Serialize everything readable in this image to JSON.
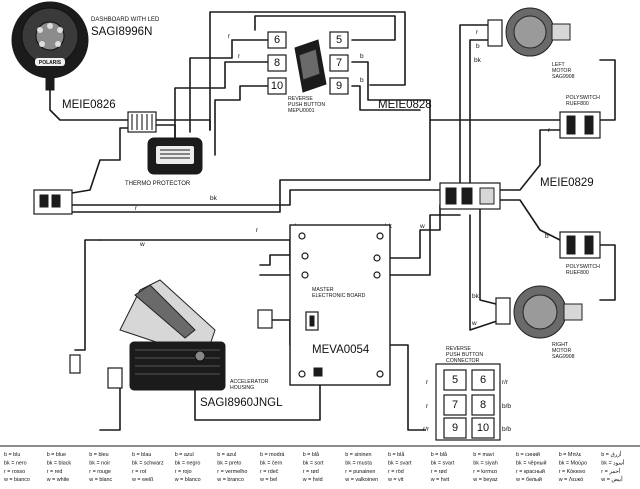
{
  "components": {
    "dashboard": {
      "caption": "DASHBOARD WITH LED",
      "part": "SAGI8996N",
      "logo_text": "POLARIS"
    },
    "harness_left": {
      "part": "MEIE0826"
    },
    "thermo_protector": {
      "caption": "THERMO PROTECTOR"
    },
    "reverse_push_button": {
      "caption_1": "REVERSE",
      "caption_2": "PUSH BUTTON",
      "caption_3": "MEPU0001"
    },
    "harness_top": {
      "part": "MEIE0828"
    },
    "harness_right": {
      "part": "MEIE0829"
    },
    "left_motor": {
      "caption_1": "LEFT",
      "caption_2": "MOTOR",
      "caption_3": "SAG9908"
    },
    "polyswitch_top": {
      "caption_1": "POLYSWITCH",
      "caption_2": "RUEF800"
    },
    "polyswitch_bottom": {
      "caption_1": "POLYSWITCH",
      "caption_2": "RUEF800"
    },
    "right_motor": {
      "caption_1": "RIGHT",
      "caption_2": "MOTOR",
      "caption_3": "SAG9908"
    },
    "master_board": {
      "caption_1": "MASTER",
      "caption_2": "ELECTRONIC BOARD",
      "part": "MEVA0054"
    },
    "accelerator": {
      "caption_1": "ACCELERATOR",
      "caption_2": "HOUSING",
      "part": "SAGI8960JNGL"
    },
    "reverse_connector": {
      "caption_1": "REVERSE",
      "caption_2": "PUSH BUTTON",
      "caption_3": "CONNECTOR"
    }
  },
  "switch_pins": [
    "6",
    "5",
    "8",
    "7",
    "10",
    "9"
  ],
  "connector_pins": [
    "5",
    "6",
    "7",
    "8",
    "9",
    "10"
  ],
  "connector_side_labels": [
    "r",
    "r/r",
    "r",
    "b/b",
    "r/r",
    "b/b"
  ],
  "wire_labels": {
    "r1": "r",
    "r2": "r",
    "b1": "b",
    "b2": "b",
    "r3": "r",
    "bk1": "bk",
    "r4": "r",
    "r5": "r",
    "w1": "w",
    "b3": "b",
    "bk2": "bk",
    "w2": "w",
    "r6": "r",
    "b4": "b",
    "bk3": "bk",
    "w3": "w",
    "r7": "r",
    "b5": "b",
    "bk4": "bk"
  },
  "legend": [
    [
      "b = blu",
      "bk = nero",
      "r = rosso",
      "w = bianco"
    ],
    [
      "b = blue",
      "bk = black",
      "r = red",
      "w = white"
    ],
    [
      "b = bleu",
      "bk = noir",
      "r = rouge",
      "w = blanc"
    ],
    [
      "b = blau",
      "bk = schwarz",
      "r = rot",
      "w = weiß"
    ],
    [
      "b = azul",
      "bk = negro",
      "r = rojo",
      "w = blanco"
    ],
    [
      "b = azul",
      "bk = preto",
      "r = vermelho",
      "w = branco"
    ],
    [
      "b = modrá",
      "bk = čern",
      "r = rdeč",
      "w = bel"
    ],
    [
      "b = blå",
      "bk = sort",
      "r = rød",
      "w = hvid"
    ],
    [
      "b = sininen",
      "bk = musta",
      "r = punainen",
      "w = valkoinen"
    ],
    [
      "b = blå",
      "bk = svart",
      "r = röd",
      "w = vit"
    ],
    [
      "b = blå",
      "bk = svart",
      "r = rød",
      "w = hvit"
    ],
    [
      "b = mavi",
      "bk = siyah",
      "r = kırmızı",
      "w = beyaz"
    ],
    [
      "b = синий",
      "bk = чёрный",
      "r = красный",
      "w = белый"
    ],
    [
      "b = Μπλε",
      "bk = Μαύρο",
      "r = Κόκκινο",
      "w = Λευκό"
    ],
    [
      "b = أزرق",
      "bk = أسود",
      "r = أحمر",
      "w = أبيض"
    ]
  ]
}
